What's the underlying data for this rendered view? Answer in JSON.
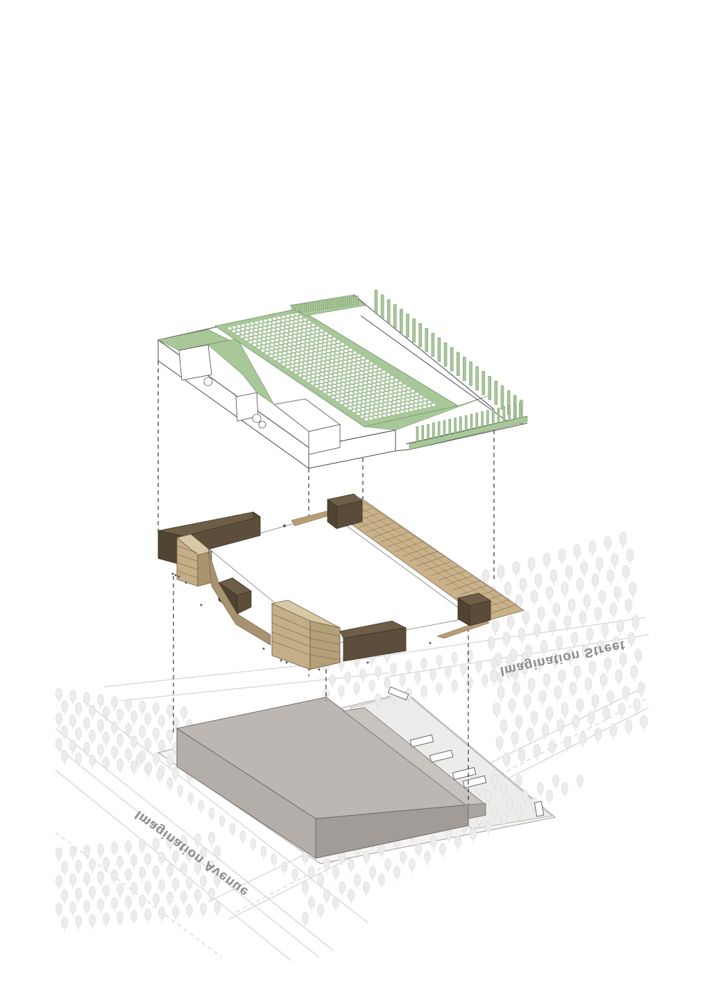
{
  "diagram": {
    "streets": {
      "avenue_label": "Imagination Avenue",
      "street_label": "Imagination Street"
    },
    "layers": [
      {
        "id": "roof",
        "description_visible": false
      },
      {
        "id": "housing",
        "description_visible": false
      },
      {
        "id": "base",
        "description_visible": false
      }
    ],
    "colors": {
      "roof_green": "#a9c89a",
      "roof_green_dark": "#8fb07f",
      "panel_fill": "#ffffff",
      "block_dark_top": "#6b5b45",
      "block_dark_side": "#4c4030",
      "block_light": "#c9b594",
      "block_light_side": "#a8946f",
      "deck": "#cbb48e",
      "base_roof": "#bdb8b4",
      "base_side": "#a39e99",
      "ground": "#f2f1ef",
      "tree": "#e6e6e6",
      "road_line": "#cfcfcf"
    }
  }
}
